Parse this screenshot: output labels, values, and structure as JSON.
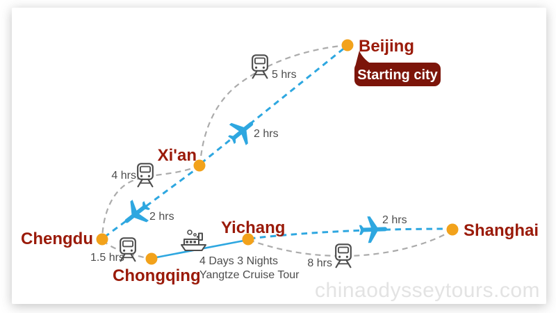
{
  "badge": {
    "label": "Starting city"
  },
  "cities": {
    "beijing": "Beijing",
    "xian": "Xi'an",
    "chengdu": "Chengdu",
    "chongqing": "Chongqing",
    "yichang": "Yichang",
    "shanghai": "Shanghai"
  },
  "routes": {
    "beijing_xian_train": {
      "from": "Beijing",
      "to": "Xi'an",
      "mode": "train",
      "duration": "5 hrs"
    },
    "beijing_xian_flight": {
      "from": "Beijing",
      "to": "Xi'an",
      "mode": "flight",
      "duration": "2 hrs"
    },
    "xian_chengdu_train": {
      "from": "Xi'an",
      "to": "Chengdu",
      "mode": "train",
      "duration": "4 hrs"
    },
    "xian_chengdu_flight": {
      "from": "Xi'an",
      "to": "Chengdu",
      "mode": "flight",
      "duration": "2 hrs"
    },
    "chengdu_chongqing_train": {
      "from": "Chengdu",
      "to": "Chongqing",
      "mode": "train",
      "duration": "1.5 hrs"
    },
    "chongqing_yichang_cruise": {
      "from": "Chongqing",
      "to": "Yichang",
      "mode": "cruise",
      "label_line1": "4 Days 3 Nights",
      "label_line2": "Yangtze Cruise Tour"
    },
    "yichang_shanghai_flight": {
      "from": "Yichang",
      "to": "Shanghai",
      "mode": "flight",
      "duration": "2 hrs"
    },
    "yichang_shanghai_train": {
      "from": "Yichang",
      "to": "Shanghai",
      "mode": "train",
      "duration": "8 hrs"
    }
  },
  "watermark": "chinaodysseytours.com",
  "colors": {
    "city_dot": "#F2A21B",
    "city_label": "#9A1A09",
    "badge_bg": "#7C150A",
    "badge_text": "#FFFFFF",
    "flight_blue": "#2EA7E0",
    "rail_gray": "#ABABAB",
    "icon_gray": "#4D4D4D",
    "watermark_gray": "#E3E3E3"
  }
}
